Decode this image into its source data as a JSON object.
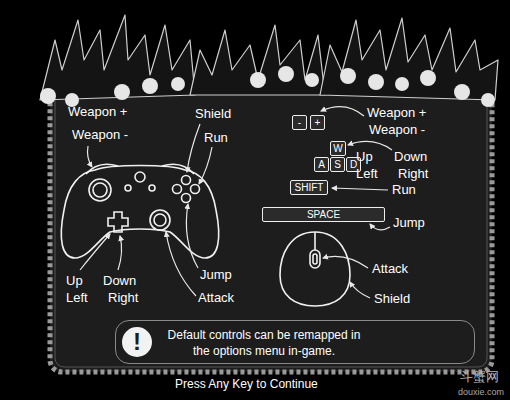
{
  "diagram": {
    "nodes": [
      {
        "text": [
          "-"
        ]
      },
      {
        "text": [
          "+"
        ]
      },
      {
        "text": [
          "W"
        ]
      },
      {
        "text": [
          "A"
        ]
      },
      {
        "text": [
          "S"
        ]
      },
      {
        "text": [
          "D"
        ]
      },
      {
        "text": [
          "SHIFT"
        ]
      },
      {
        "text": [
          "SPACE"
        ]
      },
      {
        "text": [
          "Default controls can be remapped in the options menu in-game."
        ]
      },
      {
        "text": [
          "!"
        ],
        "in": 8
      }
    ],
    "labels": [
      "Weapon +",
      "Weapon -",
      "Shield",
      "Run",
      "Up",
      "Left",
      "Down",
      "Right",
      "Jump",
      "Attack",
      "Weapon +",
      "Weapon -",
      "Up",
      "Left",
      "Down",
      "Right",
      "Run",
      "Jump",
      "Attack",
      "Shield",
      "Press Any Key to Continue",
      "斗蟹网",
      "douxie.com"
    ]
  }
}
